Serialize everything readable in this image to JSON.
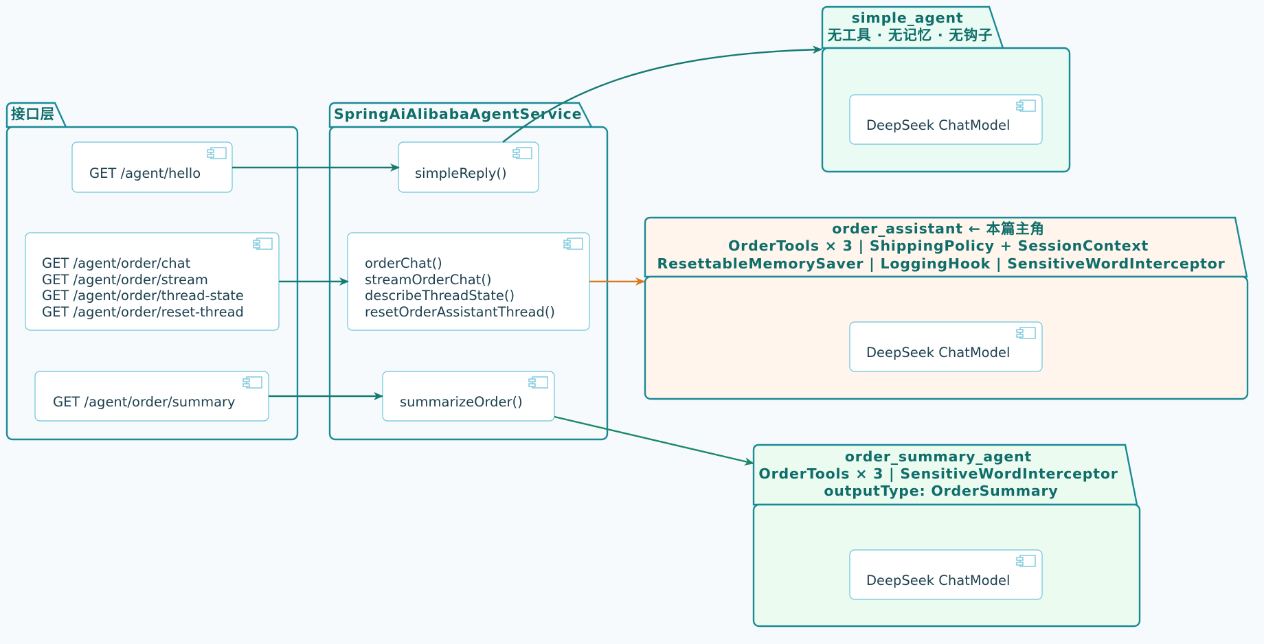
{
  "packages": {
    "interface": {
      "title_lines": [
        "接口层"
      ]
    },
    "service": {
      "title_lines": [
        "SpringAiAlibabaAgentService"
      ]
    },
    "simple_agent": {
      "title_lines": [
        "simple_agent",
        "无工具 · 无记忆 · 无钩子"
      ]
    },
    "order_assistant": {
      "title_lines": [
        "order_assistant ← 本篇主角",
        "OrderTools × 3 | ShippingPolicy + SessionContext",
        "ResettableMemorySaver | LoggingHook | SensitiveWordInterceptor"
      ]
    },
    "order_summary_agent": {
      "title_lines": [
        "order_summary_agent",
        "OrderTools × 3 | SensitiveWordInterceptor",
        "outputType: OrderSummary"
      ]
    }
  },
  "components": {
    "hello_endpoint": {
      "lines": [
        "GET /agent/hello"
      ]
    },
    "order_endpoints": {
      "lines": [
        "GET /agent/order/chat",
        "GET /agent/order/stream",
        "GET /agent/order/thread-state",
        "GET /agent/order/reset-thread"
      ]
    },
    "summary_endpoint": {
      "lines": [
        "GET /agent/order/summary"
      ]
    },
    "simple_reply": {
      "lines": [
        "simpleReply()"
      ]
    },
    "order_methods": {
      "lines": [
        "orderChat()",
        "streamOrderChat()",
        "describeThreadState()",
        "resetOrderAssistantThread()"
      ]
    },
    "summarize_order": {
      "lines": [
        "summarizeOrder()"
      ]
    },
    "simple_model": {
      "lines": [
        "DeepSeek ChatModel"
      ]
    },
    "assistant_model": {
      "lines": [
        "DeepSeek ChatModel"
      ]
    },
    "summary_model": {
      "lines": [
        "DeepSeek ChatModel"
      ]
    }
  },
  "colors": {
    "package_border": "#1a8a96",
    "title_text": "#0f6d6a",
    "component_border": "#6cc4da",
    "arrow_teal": "#167a72",
    "arrow_green": "#1b8a64",
    "arrow_orange": "#d97a1a",
    "interface_fill": "#f6fafc",
    "simple_agent_fill": "#eafbf3",
    "order_assistant_fill": "#fff5ec",
    "summary_agent_fill": "#ecfbf0"
  }
}
